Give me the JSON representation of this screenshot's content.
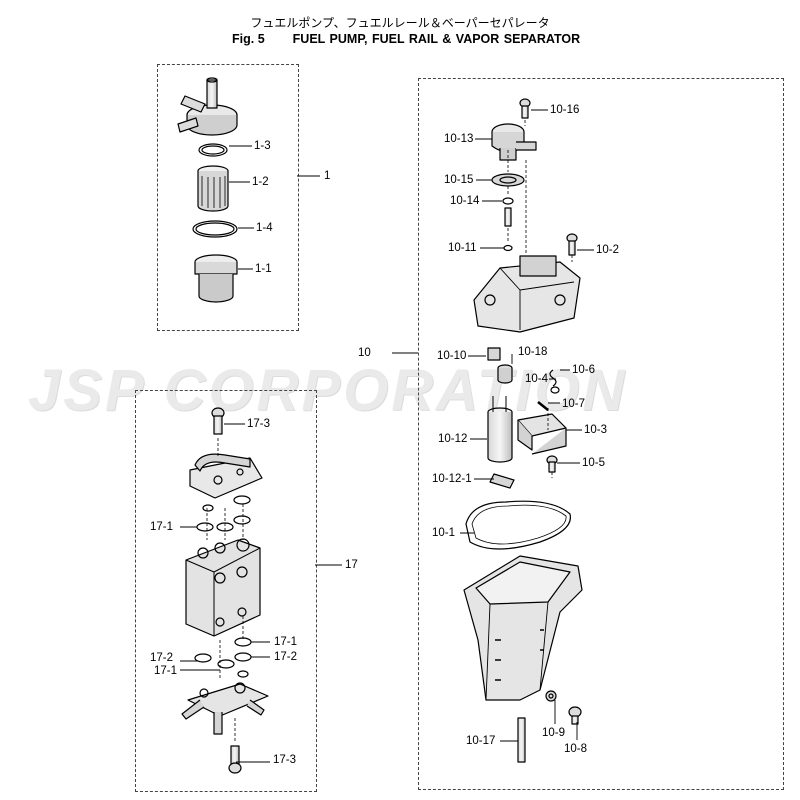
{
  "header": {
    "title_jp": "フュエルポンプ、フュエルレール＆ベーパーセパレータ",
    "fig_number": "Fig. 5",
    "title_en": "FUEL PUMP, FUEL RAIL  & VAPOR SEPARATOR"
  },
  "watermark": "JSP CORPORATION",
  "labels": {
    "g1": "1",
    "p1_3": "1-3",
    "p1_2": "1-2",
    "p1_4": "1-4",
    "p1_1": "1-1",
    "g17": "17",
    "p17_3a": "17-3",
    "p17_1a": "17-1",
    "p17_1b": "17-1",
    "p17_2a": "17-2",
    "p17_2b": "17-2",
    "p17_1c": "17-1",
    "p17_3b": "17-3",
    "g10": "10",
    "p10_16": "10-16",
    "p10_13": "10-13",
    "p10_15": "10-15",
    "p10_14": "10-14",
    "p10_11": "10-11",
    "p10_2": "10-2",
    "p10_10": "10-10",
    "p10_18": "10-18",
    "p10_6": "10-6",
    "p10_4": "10-4",
    "p10_7": "10-7",
    "p10_12": "10-12",
    "p10_3": "10-3",
    "p10_5": "10-5",
    "p10_12_1": "10-12-1",
    "p10_1": "10-1",
    "p10_17": "10-17",
    "p10_9": "10-9",
    "p10_8": "10-8"
  }
}
